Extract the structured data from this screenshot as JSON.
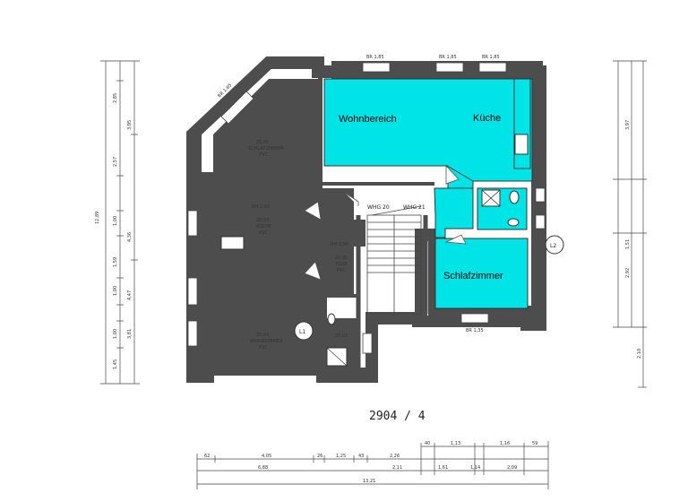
{
  "colors": {
    "wall": "#4d4d4d",
    "highlight": "#00e4e8",
    "line": "#555555"
  },
  "rooms": {
    "wohnbereich": "Wohnbereich",
    "kueche": "Küche",
    "schlafzimmer": "Schlafzimmer",
    "whg20": "WHG 20",
    "whg21": "WHG 21",
    "rh_top": "RH 2,90",
    "rh_stair": "RH 2,90",
    "schlafzimmer_old": "SCHLAFZIMMER",
    "kueche_old": "KÜCHE",
    "wohnzimmer_old": "WOHNZIMMER",
    "flur": "FLUR",
    "pvc": "PVC",
    "area1": "20,45",
    "area2": "20,53",
    "area3": "20,84",
    "area4": "20,01",
    "area5": "20,02"
  },
  "markers": {
    "l1": "L1",
    "l2": "L2"
  },
  "caption": "2904 / 4",
  "dims": {
    "left_outer": [
      "12,89"
    ],
    "left_inner": [
      "2,85",
      "2,57",
      "1,00",
      "1,59",
      "1,00",
      "1,00",
      "1,45"
    ],
    "left_inner2": [
      "3,95",
      "4,36",
      "4,47",
      "3,81"
    ],
    "right_outer": [
      "2,10"
    ],
    "right_inner": [
      "3,97",
      "1,51",
      "2,92"
    ],
    "bottom_row1": [
      "62",
      "4,05",
      "26",
      "1,25",
      "43",
      "2,26",
      "40",
      "1,13",
      "1,16",
      "59"
    ],
    "bottom_row2": [
      "6,88",
      "2,11",
      "1,61",
      "1,14",
      "2,09"
    ],
    "bottom_total": "13,21",
    "windows": [
      "BR 1,85",
      "BR 1,85",
      "BR 1,85",
      "BR 1,35",
      "BR 1,85"
    ]
  }
}
